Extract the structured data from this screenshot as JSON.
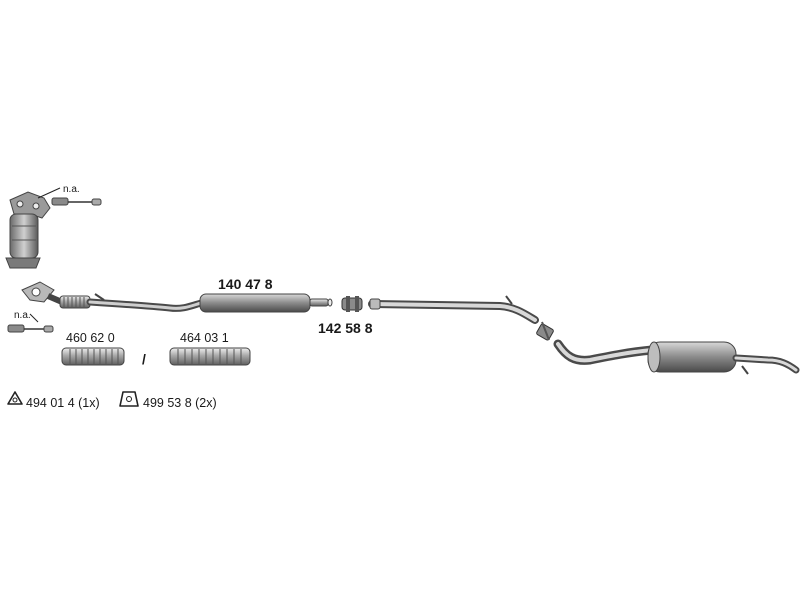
{
  "parts": {
    "middle_silencer": "140 47 8",
    "clamp": "142 58 8",
    "flex_pipe_a": "460 62 0",
    "flex_pipe_b": "464 03 1",
    "separator": "/"
  },
  "notes": {
    "na_top": "n.a.",
    "na_bottom": "n.a."
  },
  "mounting": {
    "triangle_part": "494 01 4 (1x)",
    "hanger_part": "499 53 8 (2x)"
  }
}
